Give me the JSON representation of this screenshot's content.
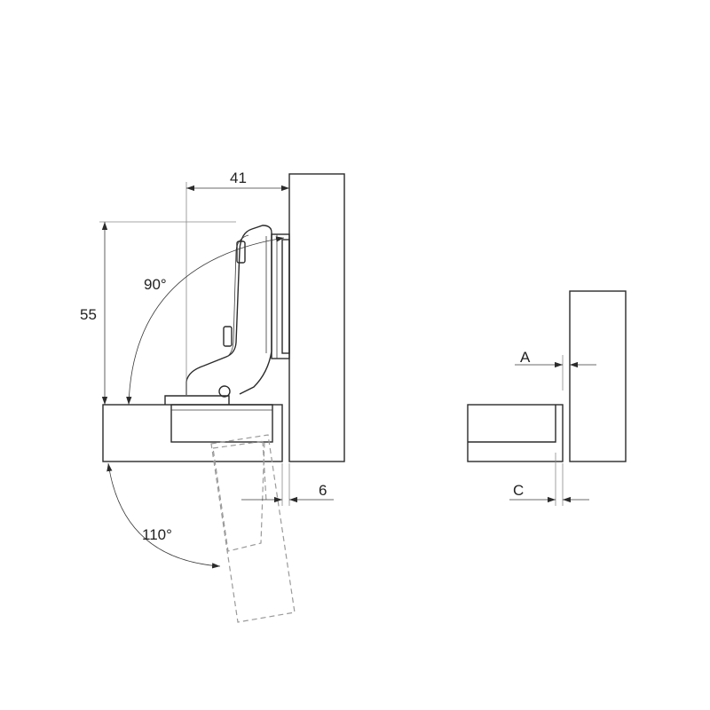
{
  "dimensions": {
    "width_41": "41",
    "height_55": "55",
    "angle_90": "90°",
    "angle_110": "110°",
    "overlay_6": "6",
    "gap_a": "A",
    "gap_c": "C"
  },
  "colors": {
    "line": "#2b2b2b",
    "dashed": "#9a9a9a",
    "background": "#ffffff"
  }
}
